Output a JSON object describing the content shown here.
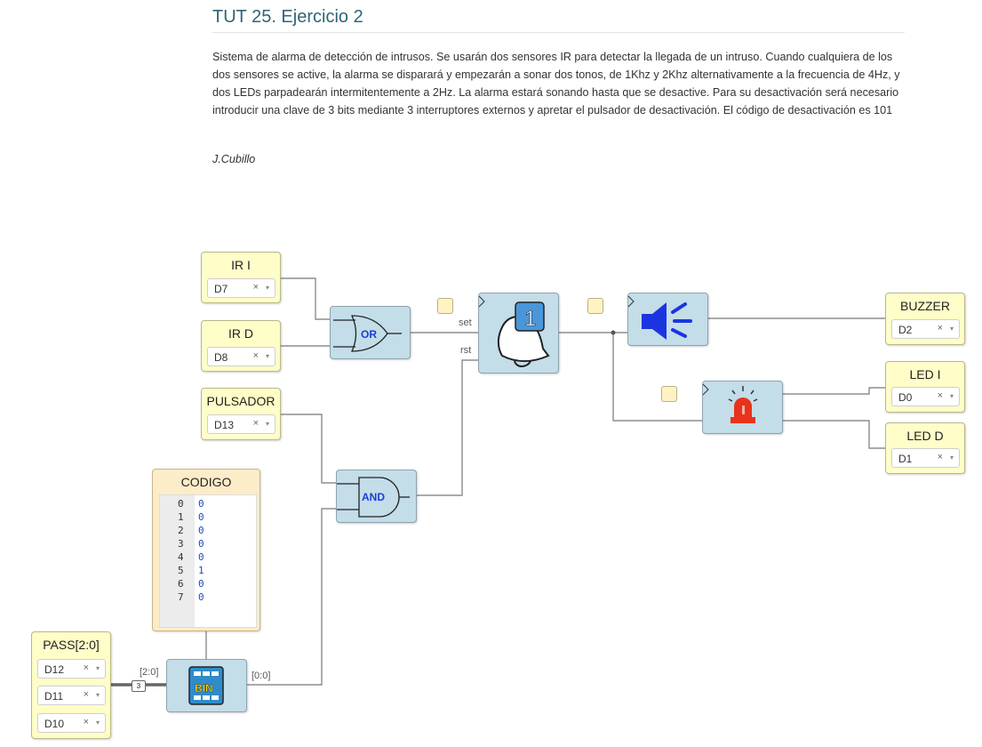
{
  "page": {
    "title": "TUT 25. Ejercicio 2",
    "description": "Sistema de alarma de detección de intrusos. Se usarán dos sensores IR para detectar la llegada de un intruso. Cuando cualquiera de los dos sensores se active, la alarma se disparará y empezarán a sonar dos tonos, de 1Khz y 2Khz alternativamente a la frecuencia de 4Hz, y dos LEDs parpadearán intermitentemente a 2Hz. La alarma estará sonando hasta que se desactive. Para su desactivación será necesario introducir una clave de 3 bits mediante 3 interruptores externos y apretar el pulsador de desactivación. El código de desactivación es 101",
    "author": "J.Cubillo"
  },
  "circuit": {
    "inputs": {
      "ir_i": {
        "label": "IR I",
        "pin": "D7"
      },
      "ir_d": {
        "label": "IR D",
        "pin": "D8"
      },
      "pulsador": {
        "label": "PULSADOR",
        "pin": "D13"
      },
      "pass": {
        "label": "PASS[2:0]",
        "pins": [
          "D12",
          "D11",
          "D10"
        ]
      }
    },
    "outputs": {
      "buzzer": {
        "label": "BUZZER",
        "pin": "D2"
      },
      "led_i": {
        "label": "LED I",
        "pin": "D0"
      },
      "led_d": {
        "label": "LED D",
        "pin": "D1"
      }
    },
    "gates": {
      "or_label": "OR",
      "and_label": "AND",
      "bin_label": "BIN"
    },
    "flipflop": {
      "value": "1",
      "set_label": "set",
      "rst_label": "rst"
    },
    "memory": {
      "label": "CODIGO",
      "rows": [
        {
          "addr": "0",
          "value": "0"
        },
        {
          "addr": "1",
          "value": "0"
        },
        {
          "addr": "2",
          "value": "0"
        },
        {
          "addr": "3",
          "value": "0"
        },
        {
          "addr": "4",
          "value": "0"
        },
        {
          "addr": "5",
          "value": "1"
        },
        {
          "addr": "6",
          "value": "0"
        },
        {
          "addr": "7",
          "value": "0"
        }
      ]
    },
    "bus": {
      "in_label": "[2:0]",
      "out_label": "[0:0]",
      "width": "3"
    },
    "dropdown_clear": "×",
    "dropdown_caret": "▾"
  },
  "colors": {
    "title": "#2e6576",
    "io_block": "#fffdc8",
    "logic_block": "#c3dde9",
    "memory_block": "#fcecc8",
    "gate_text": "#1a3fd8",
    "speaker": "#1a35e0",
    "siren": "#e8321c"
  }
}
